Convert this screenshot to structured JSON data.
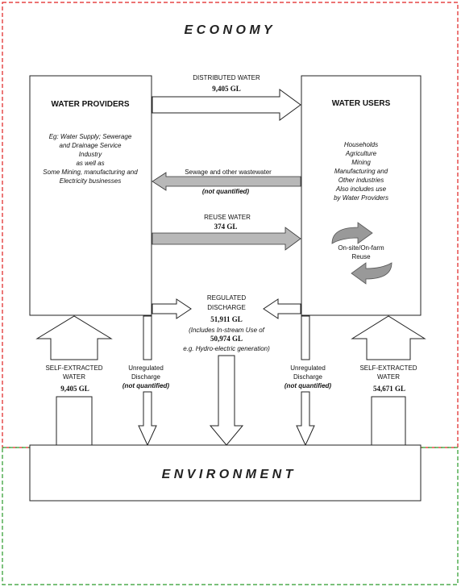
{
  "economy_label": "E C O N O M Y",
  "environment_label": "E N V I R O N M E N T",
  "providers": {
    "title": "WATER PROVIDERS",
    "desc": [
      "Eg: Water Supply; Sewerage",
      "and Drainage Service",
      "Industry",
      "as well as",
      "Some Mining, manufacturing and",
      "Electricity businesses"
    ]
  },
  "users": {
    "title": "WATER USERS",
    "desc": [
      "Households",
      "Agriculture",
      "Mining",
      "Manufacturing and",
      "Other industries",
      "Also includes use",
      "by Water Providers"
    ],
    "reuse_label": [
      "On-site/On-farm",
      "Reuse"
    ]
  },
  "distributed": {
    "label": "DISTRIBUTED WATER",
    "value": "9,405 GL"
  },
  "sewage": {
    "label": "Sewage and other wastewater",
    "note": "(not quantified)"
  },
  "reuse": {
    "label": "REUSE WATER",
    "value": "374 GL"
  },
  "regulated": {
    "label": [
      "REGULATED",
      "DISCHARGE"
    ],
    "value": "51,911 GL",
    "note": [
      "(Includes In-stream Use of",
      "50,974 GL",
      "e.g. Hydro-electric generation)"
    ]
  },
  "self_left": {
    "label": [
      "SELF-EXTRACTED",
      "WATER"
    ],
    "value": "9,405 GL"
  },
  "self_right": {
    "label": [
      "SELF-EXTRACTED",
      "WATER"
    ],
    "value": "54,671 GL"
  },
  "unreg_left": {
    "label": [
      "Unregulated",
      "Discharge"
    ],
    "note": "(not quantified)"
  },
  "unreg_right": {
    "label": [
      "Unregulated",
      "Discharge"
    ],
    "note": "(not quantified)"
  },
  "colors": {
    "economy_border": "#e02020",
    "environment_border": "#2a9a2a",
    "grey_arrow": "#b8b8b8",
    "line": "#222222"
  }
}
